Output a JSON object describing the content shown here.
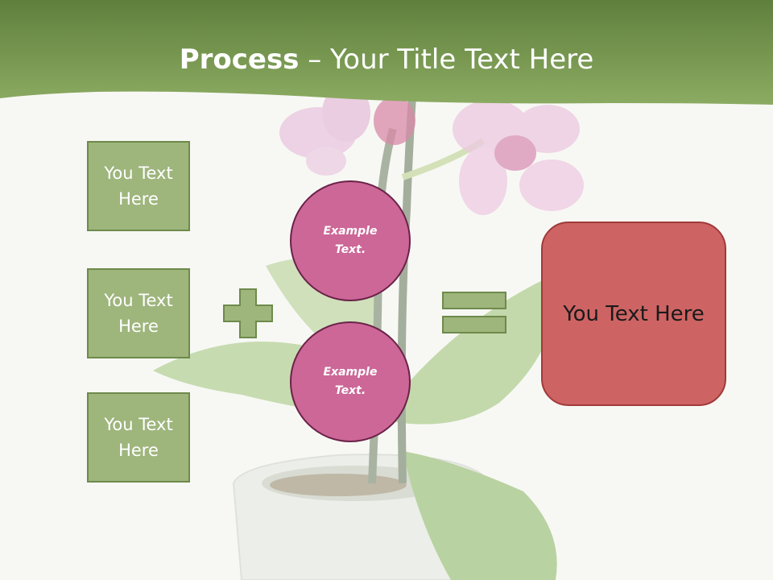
{
  "slide": {
    "title_bold": "Process",
    "title_rest": " – Your Title Text Here"
  },
  "inputs": [
    {
      "label": "You Text Here"
    },
    {
      "label": "You Text Here"
    },
    {
      "label": "You Text Here"
    }
  ],
  "circles": [
    {
      "label": "Example Text."
    },
    {
      "label": "Example Text."
    }
  ],
  "result": {
    "label": "You Text Here"
  },
  "symbols": {
    "plus": "plus-icon",
    "equals": "equals-icon"
  },
  "colors": {
    "header_green": "#7ea154",
    "box_green": "#9eb57c",
    "circle_pink": "#cc6797",
    "result_red": "#cd6463",
    "background": "#f7f8f4"
  }
}
